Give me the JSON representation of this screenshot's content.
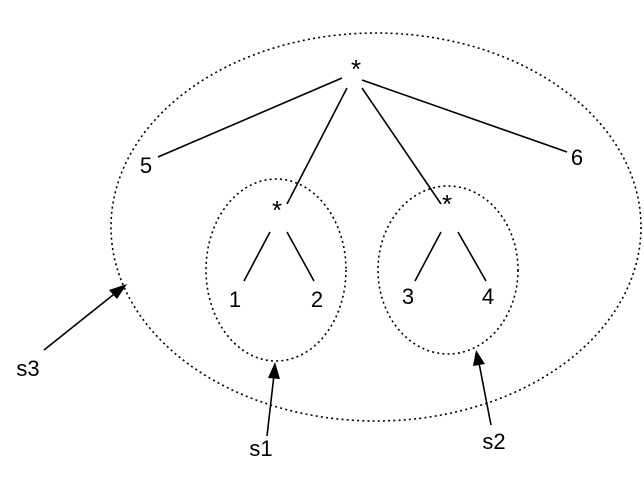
{
  "tree": {
    "root": {
      "label": "*"
    },
    "left_leaf": {
      "label": "5"
    },
    "right_leaf": {
      "label": "6"
    },
    "left_subtree": {
      "op": {
        "label": "*"
      },
      "leaves": [
        {
          "label": "1"
        },
        {
          "label": "2"
        }
      ]
    },
    "right_subtree": {
      "op": {
        "label": "*"
      },
      "leaves": [
        {
          "label": "3"
        },
        {
          "label": "4"
        }
      ]
    }
  },
  "annotations": {
    "s1": {
      "label": "s1"
    },
    "s2": {
      "label": "s2"
    },
    "s3": {
      "label": "s3"
    }
  }
}
